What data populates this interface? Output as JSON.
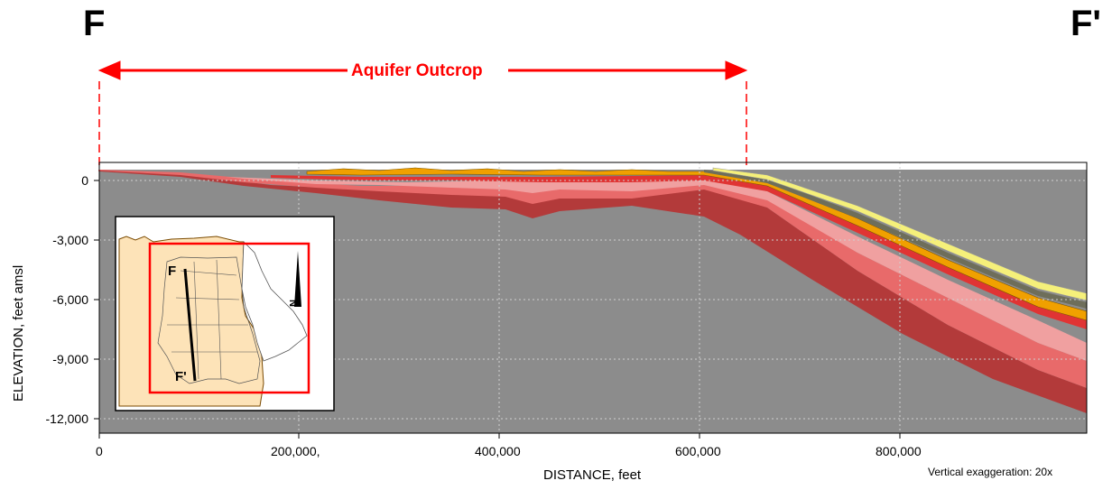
{
  "section": {
    "left_label": "F",
    "right_label": "F'",
    "outcrop_label": "Aquifer Outcrop"
  },
  "axes": {
    "ylabel": "ELEVATION, feet amsl",
    "xlabel": "DISTANCE, feet",
    "yticks": [
      "0",
      "-3,000",
      "-6,000",
      "-9,000",
      "-12,000"
    ],
    "xticks": [
      "0",
      "200,000,",
      "400,000",
      "600,000",
      "800,000"
    ],
    "vertical_exaggeration": "Vertical exaggeration: 20x"
  },
  "inset": {
    "label_f": "F",
    "label_fprime": "F'",
    "north_label": "N"
  },
  "colors": {
    "basement": "#8c8c8c",
    "dark_red": "#b33a3a",
    "red": "#e03434",
    "pink": "#f0a0a0",
    "salmon": "#e86a6a",
    "orange": "#f0a000",
    "yellow": "#f5f07a",
    "outcrop_red": "#ff0000",
    "inset_tan": "#fde3b8"
  }
}
